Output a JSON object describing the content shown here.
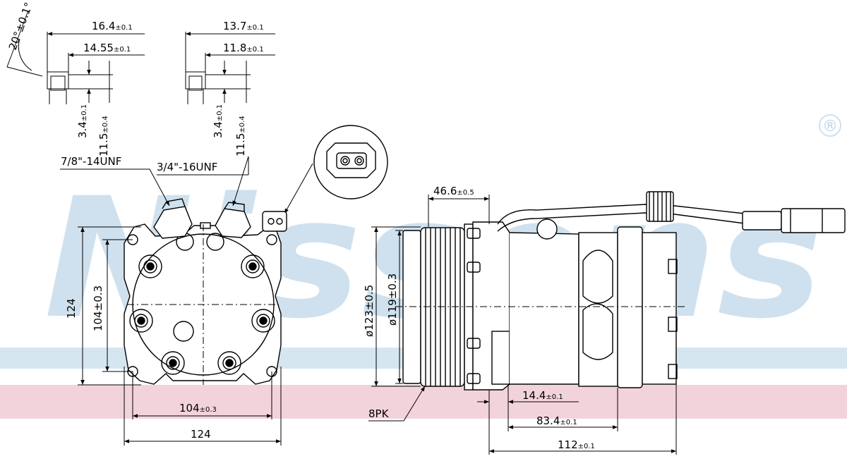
{
  "watermark": {
    "brand": "Nissens",
    "registered_symbol": "®",
    "band_colors": {
      "blue": "#d6e6f1",
      "pink": "#f3d3db"
    }
  },
  "fittings_detail": {
    "angle_label": "20°±0.1°",
    "left": {
      "width_outer": "16.4",
      "width_outer_tol": "±0.1",
      "width_inner": "14.55",
      "width_inner_tol": "±0.1",
      "height_short": "3.4",
      "height_short_tol": "±0.1",
      "height_long": "11.5",
      "height_long_tol": "±0.4"
    },
    "right": {
      "width_outer": "13.7",
      "width_outer_tol": "±0.1",
      "width_inner": "11.8",
      "width_inner_tol": "±0.1",
      "height_short": "3.4",
      "height_short_tol": "±0.1",
      "height_long": "11.5",
      "height_long_tol": "±0.4"
    }
  },
  "front_view": {
    "thread_left": "7/8\"-14UNF",
    "thread_right": "3/4\"-16UNF",
    "height_outer": "124",
    "height_mount": "104±0.3",
    "width_mount": "104",
    "width_mount_tol": "±0.3",
    "width_outer": "124"
  },
  "side_view": {
    "pulley_width": "46.6",
    "pulley_width_tol": "±0.5",
    "pulley_diameter_outer": "ø123±0.5",
    "pulley_diameter_inner": "ø119±0.3",
    "belt_type": "8PK",
    "dim_front": "14.4",
    "dim_front_tol": "±0.1",
    "dim_mid": "83.4",
    "dim_mid_tol": "±0.1",
    "dim_total": "112",
    "dim_total_tol": "±0.1"
  }
}
